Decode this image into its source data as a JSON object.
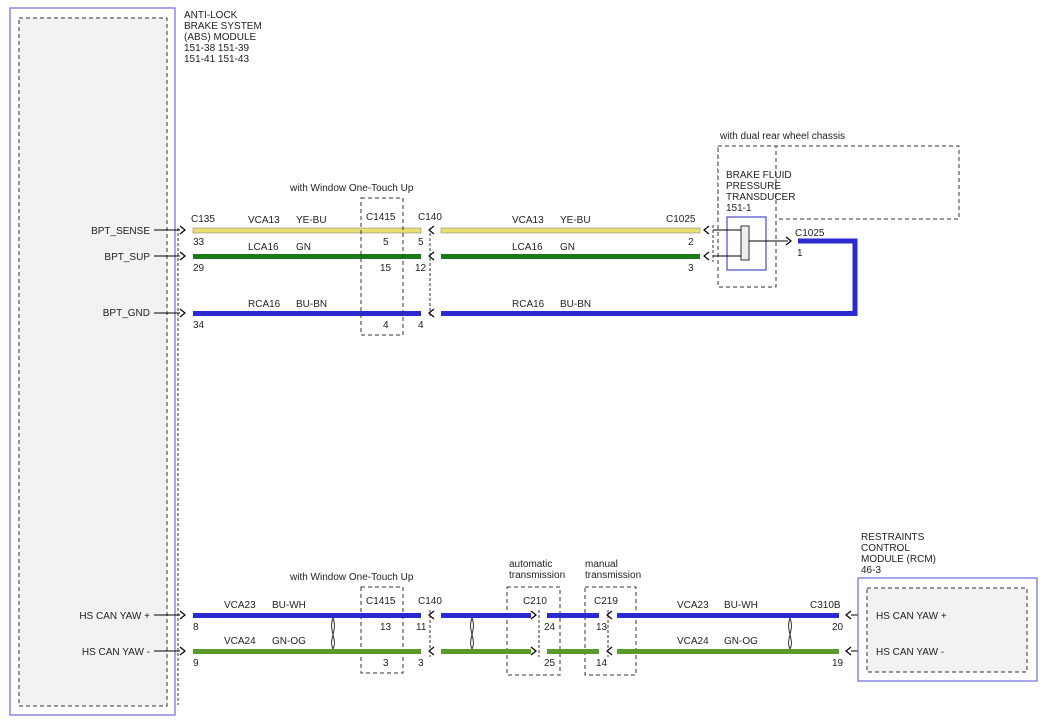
{
  "abs_module": {
    "title_lines": [
      "ANTI-LOCK",
      "BRAKE SYSTEM",
      "(ABS) MODULE",
      "151-38   151-39",
      "151-41   151-43"
    ],
    "pins": {
      "bpt_sense": "BPT_SENSE",
      "bpt_sup": "BPT_SUP",
      "bpt_gnd": "BPT_GND",
      "can_hi": "HS CAN YAW +",
      "can_lo": "HS CAN YAW -"
    }
  },
  "connectors": {
    "c135": "C135",
    "c1415": "C1415",
    "c140": "C140",
    "c1025": "C1025",
    "c210": "C210",
    "c219": "C219",
    "c310b": "C310B"
  },
  "notes": {
    "window_top": "with Window One-Touch Up",
    "window_bottom": "with Window One-Touch Up",
    "dual_rear": "with dual rear wheel chassis",
    "auto_trans": [
      "automatic",
      "transmission"
    ],
    "manual_trans": [
      "manual",
      "transmission"
    ]
  },
  "transducer": {
    "title_lines": [
      "BRAKE FLUID",
      "PRESSURE",
      "TRANSDUCER",
      "151-1"
    ]
  },
  "rcm": {
    "title_lines": [
      "RESTRAINTS",
      "CONTROL",
      "MODULE (RCM)",
      "46-3"
    ],
    "pin_hi": "HS CAN YAW +",
    "pin_lo": "HS CAN YAW -"
  },
  "circuits": {
    "sense": {
      "code": "VCA13",
      "color": "YE-BU"
    },
    "sup": {
      "code": "LCA16",
      "color": "GN"
    },
    "gnd": {
      "code": "RCA16",
      "color": "BU-BN"
    },
    "can_hi": {
      "code": "VCA23",
      "color": "BU-WH"
    },
    "can_lo": {
      "code": "VCA24",
      "color": "GN-OG"
    }
  },
  "pins": {
    "abs_sense": "33",
    "abs_sup": "29",
    "abs_gnd": "34",
    "abs_can_hi": "8",
    "abs_can_lo": "9",
    "c1415_sense": "5",
    "c1415_sup": "15",
    "c1415_gnd": "4",
    "c140_sense": "5",
    "c140_sup": "12",
    "c140_gnd": "4",
    "c1025_sense": "2",
    "c1025_sup": "3",
    "c1025_out": "1",
    "c1415_can_hi": "13",
    "c1415_can_lo": "3",
    "c140_can_hi": "11",
    "c140_can_lo": "3",
    "c210_hi": "24",
    "c210_lo": "25",
    "c219_hi": "13",
    "c219_lo": "14",
    "rcm_hi": "20",
    "rcm_lo": "19"
  },
  "colors": {
    "wire_yellow": "#e8e070",
    "wire_green": "#1a7a1a",
    "wire_blue": "#2a2ad0",
    "wire_green_light": "#5a9a2a",
    "module_border": "#6a6ad8",
    "module_fill": "#f2f2f2"
  }
}
